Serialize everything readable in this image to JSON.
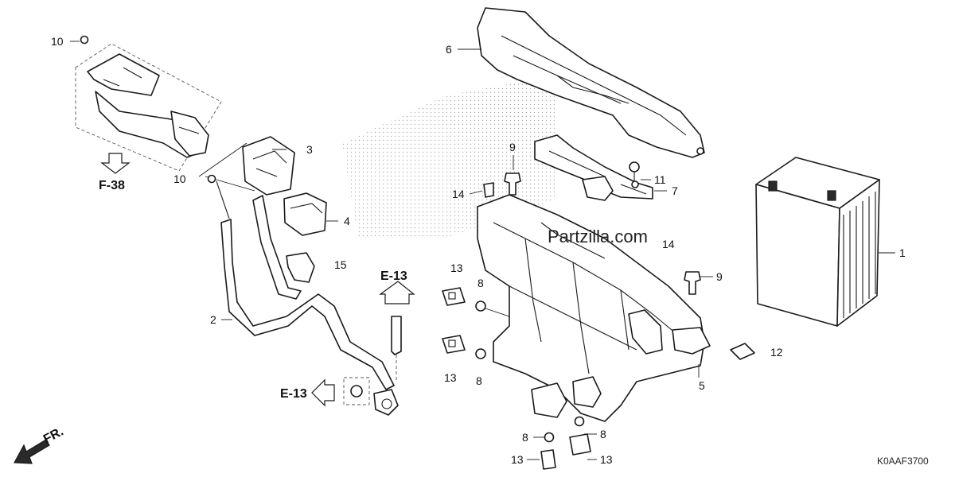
{
  "diagram": {
    "code": "K0AAF3700",
    "watermark": "Partzilla.com",
    "direction_label": "FR.",
    "refs": {
      "f38": "F-38",
      "e13_upper": "E-13",
      "e13_left": "E-13"
    },
    "callouts": {
      "c10a": "10",
      "c10b": "10",
      "c3": "3",
      "c4": "4",
      "c15": "15",
      "c2": "2",
      "c6": "6",
      "c9a": "9",
      "c11": "11",
      "c14": "14",
      "c7": "7",
      "c14b": "14",
      "c13a": "13",
      "c8a": "8",
      "c13b": "13",
      "c8b": "8",
      "c9b": "9",
      "c12": "12",
      "c5": "5",
      "c1": "1",
      "c8c": "8",
      "c8d": "8",
      "c13c": "13",
      "c13d": "13"
    }
  }
}
